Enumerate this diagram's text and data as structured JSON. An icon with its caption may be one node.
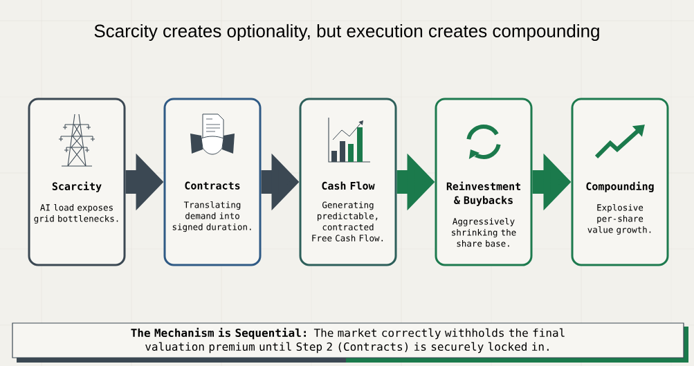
{
  "diagram": {
    "title": "Scarcity creates optionality, but execution creates compounding",
    "nodes": [
      {
        "text": [
          "Scarcity",
          "AI load exposes grid bottlenecks."
        ]
      },
      {
        "text": [
          "Contracts",
          "Translating demand into signed duration."
        ]
      },
      {
        "text": [
          "Cash Flow",
          "Generating predictable, contracted Free Cash Flow."
        ]
      },
      {
        "text": [
          "Reinvestment & Buybacks",
          "Aggressively shrinking the share base."
        ]
      },
      {
        "text": [
          "Compounding",
          "Explosive per-share value growth."
        ]
      },
      {
        "text": [
          "**The Mechanism is Sequential:** The market correctly withholds the final valuation premium until Step 2 (Contracts) is securely locked in."
        ]
      }
    ],
    "edges": [
      {
        "from": 0,
        "to": 1,
        "arrow": "to",
        "color": "#3b4853"
      },
      {
        "from": 1,
        "to": 2,
        "arrow": "to",
        "color": "#3b4853"
      },
      {
        "from": 2,
        "to": 3,
        "arrow": "to",
        "color": "#1b7a4c"
      },
      {
        "from": 3,
        "to": 4,
        "arrow": "to",
        "color": "#1b7a4c"
      }
    ]
  }
}
